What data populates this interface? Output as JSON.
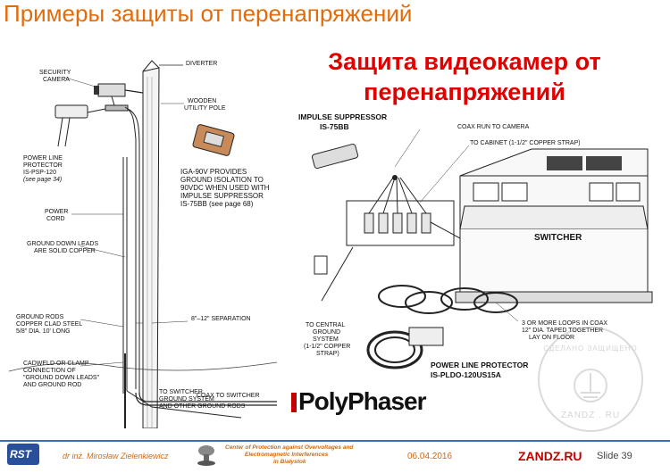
{
  "slide": {
    "title": "Примеры защиты от перенапряжений",
    "subtitle_line1": "Защита видеокамер от",
    "subtitle_line2": "перенапряжений"
  },
  "left_diagram": {
    "labels": {
      "diverter": "DIVERTER",
      "security_camera_1": "SECURITY",
      "security_camera_2": "CAMERA",
      "wooden_pole_1": "WOODEN",
      "wooden_pole_2": "UTILITY POLE",
      "plp_1": "POWER LINE",
      "plp_2": "PROTECTOR",
      "plp_3": "IS-PSP-120",
      "plp_4": "(see page 34)",
      "iga_1": "IGA-90V PROVIDES",
      "iga_2": "GROUND ISOLATION TO",
      "iga_3": "90VDC WHEN USED WITH",
      "iga_4": "IMPULSE SUPPRESSOR",
      "iga_5": "IS-75BB (see page 68)",
      "power_cord_1": "POWER",
      "power_cord_2": "CORD",
      "gdl_1": "GROUND DOWN LEADS",
      "gdl_2": "ARE SOLID COPPER",
      "rods_1": "GROUND RODS",
      "rods_2": "COPPER CLAD STEEL",
      "rods_3": "5/8\" DIA. 10' LONG",
      "separation": "8\"–12\" SEPARATION",
      "coax_sw": "COAX TO SWITCHER",
      "cad_1": "CADWELD OR CLAMP",
      "cad_2": "CONNECTION OF",
      "cad_3": "\"GROUND DOWN LEADS\"",
      "cad_4": "AND GROUND ROD",
      "tosw_1": "TO SWITCHER",
      "tosw_2": "GROUND SYSTEM",
      "tosw_3": "AND OTHER GROUND RODS"
    }
  },
  "right_diagram": {
    "labels": {
      "imp_1": "IMPULSE SUPPRESSOR",
      "imp_2": "IS-75BB",
      "coax_cam": "COAX RUN TO CAMERA",
      "cabinet": "TO CABINET (1-1/2\" COPPER STRAP)",
      "switcher": "SWITCHER",
      "central_1": "TO CENTRAL",
      "central_2": "GROUND",
      "central_3": "SYSTEM",
      "central_4": "(1-1/2\" COPPER",
      "central_5": "STRAP)",
      "loops_1": "3 OR MORE LOOPS IN COAX",
      "loops_2": "12\" DIA. TAPED TOGETHER",
      "loops_3": "LAY ON FLOOR",
      "plp_1": "POWER LINE PROTECTOR",
      "plp_2": "IS-PLDO-120US15A"
    }
  },
  "logo": {
    "brand": "PolyPhaser"
  },
  "watermark": {
    "arc_text": "СДЕЛАНО ЗАЩИЩЕНО",
    "site": "ZANDZ . RU"
  },
  "footer": {
    "logo_text": "RST",
    "author": "dr inż. Mirosław Zielenkiewicz",
    "center_1": "Center of Protection against Overvoltages and",
    "center_2": "Electromagnetic Interferences",
    "center_3": "in Białystok",
    "date": "06.04.2016",
    "site": "ZANDZ.RU",
    "slide_no": "Slide 39"
  },
  "colors": {
    "title": "#e36c0a",
    "subtitle": "#e00000",
    "footer_line": "#3c6fb6",
    "footer_orange": "#d06a10",
    "footer_red": "#c00000"
  }
}
